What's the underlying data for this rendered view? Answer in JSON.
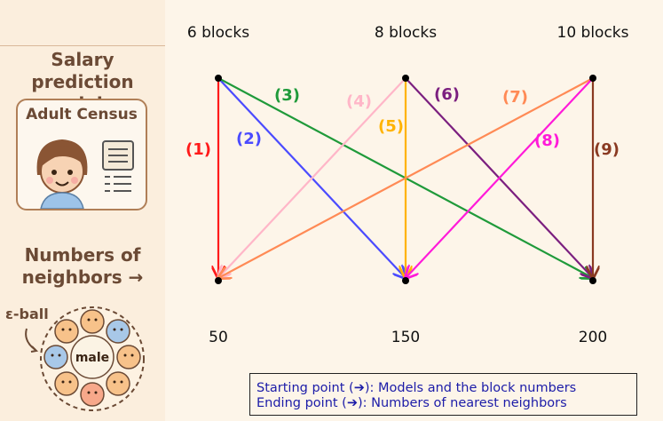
{
  "left_panel": {
    "salary_heading": "Salary prediction\nmodel →",
    "census_label": "Adult Census",
    "neighbors_heading": "Numbers of\nneighbors →",
    "epsilon_label": "ε-ball",
    "center_label": "male"
  },
  "start_nodes": [
    "6 blocks",
    "8 blocks",
    "10 blocks"
  ],
  "end_nodes": [
    "50",
    "150",
    "200"
  ],
  "edges": [
    {
      "label": "(1)",
      "from": 0,
      "to": 0,
      "color": "#ff1a1a"
    },
    {
      "label": "(2)",
      "from": 0,
      "to": 1,
      "color": "#4b4bff"
    },
    {
      "label": "(3)",
      "from": 0,
      "to": 2,
      "color": "#1f9a3a"
    },
    {
      "label": "(4)",
      "from": 1,
      "to": 0,
      "color": "#ffb6c8"
    },
    {
      "label": "(5)",
      "from": 1,
      "to": 1,
      "color": "#ffb300"
    },
    {
      "label": "(6)",
      "from": 1,
      "to": 2,
      "color": "#7b1f7f"
    },
    {
      "label": "(7)",
      "from": 2,
      "to": 0,
      "color": "#ff8a55"
    },
    {
      "label": "(8)",
      "from": 2,
      "to": 1,
      "color": "#ff1ad9"
    },
    {
      "label": "(9)",
      "from": 2,
      "to": 2,
      "color": "#8a3a22"
    }
  ],
  "legend": {
    "line1": "Starting point (➔): Models and the block numbers",
    "line2": "Ending point (➔): Numbers of nearest neighbors"
  }
}
